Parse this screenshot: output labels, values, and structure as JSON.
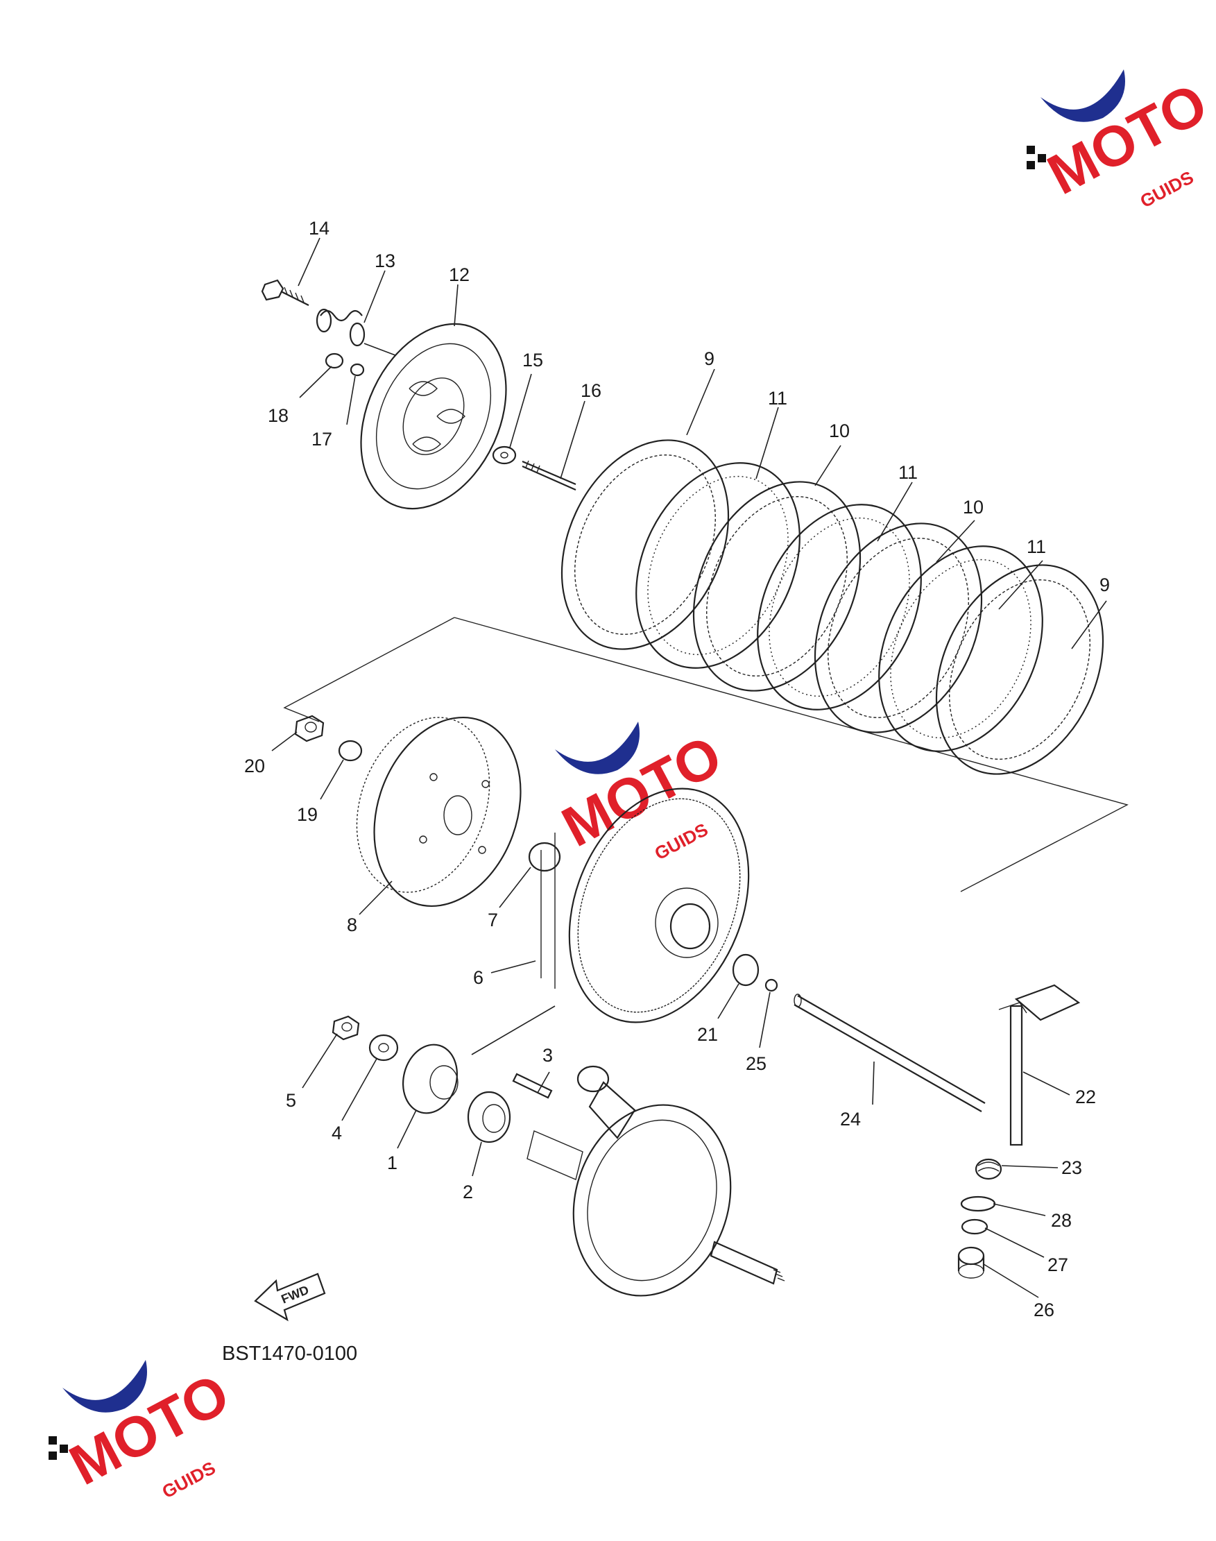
{
  "diagram": {
    "code": "BST1470-0100",
    "fwd_label": "FWD",
    "parts": [
      {
        "no": "1"
      },
      {
        "no": "2"
      },
      {
        "no": "3"
      },
      {
        "no": "4"
      },
      {
        "no": "5"
      },
      {
        "no": "6"
      },
      {
        "no": "7"
      },
      {
        "no": "8"
      },
      {
        "no": "9"
      },
      {
        "no": "9"
      },
      {
        "no": "10"
      },
      {
        "no": "10"
      },
      {
        "no": "11"
      },
      {
        "no": "11"
      },
      {
        "no": "11"
      },
      {
        "no": "12"
      },
      {
        "no": "13"
      },
      {
        "no": "14"
      },
      {
        "no": "15"
      },
      {
        "no": "16"
      },
      {
        "no": "17"
      },
      {
        "no": "18"
      },
      {
        "no": "19"
      },
      {
        "no": "20"
      },
      {
        "no": "21"
      },
      {
        "no": "22"
      },
      {
        "no": "23"
      },
      {
        "no": "24"
      },
      {
        "no": "25"
      },
      {
        "no": "26"
      },
      {
        "no": "27"
      },
      {
        "no": "28"
      }
    ]
  },
  "watermark": {
    "brand_main": "MOTO",
    "brand_sub": "GUIDS",
    "colors": {
      "red": "#e0202a",
      "blue": "#1f2f8f",
      "black": "#111111"
    }
  }
}
